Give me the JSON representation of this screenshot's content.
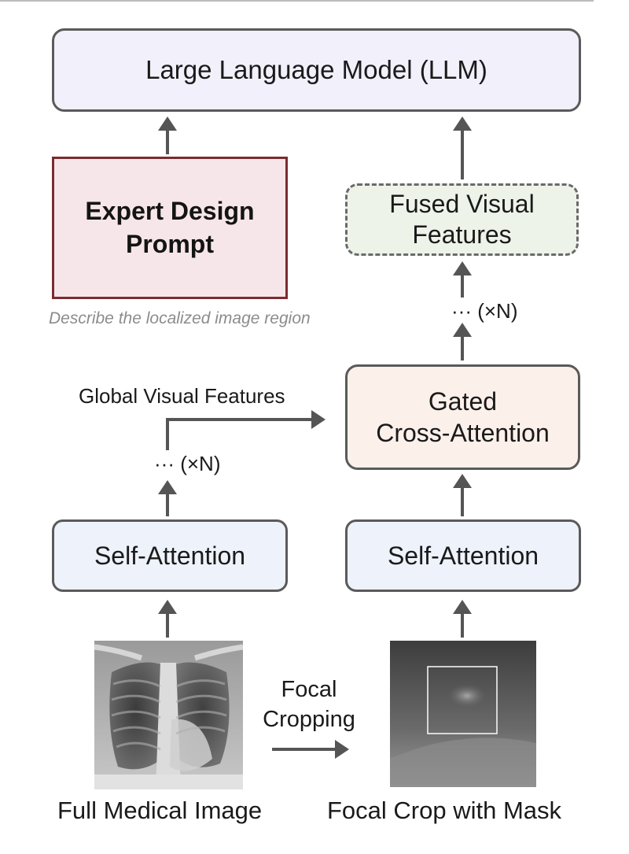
{
  "llm": {
    "label": "Large Language Model (LLM)"
  },
  "expert_prompt": {
    "line1": "Expert Design",
    "line2": "Prompt",
    "hint": "Describe the localized image region"
  },
  "fused": {
    "line1": "Fused Visual",
    "line2": "Features"
  },
  "repeat_right": "··· (×N)",
  "repeat_left": "··· (×N)",
  "global_features": "Global Visual Features",
  "gated": {
    "line1": "Gated",
    "line2": "Cross-Attention"
  },
  "self_attention_left": "Self-Attention",
  "self_attention_right": "Self-Attention",
  "focal_cropping": {
    "line1": "Focal",
    "line2": "Cropping"
  },
  "captions": {
    "left": "Full Medical Image",
    "right": "Focal Crop with Mask"
  },
  "colors": {
    "arrow": "#555555",
    "llm_fill": "#f1f0fb",
    "expert_fill": "#f6e6ea",
    "expert_border": "#7b2b30",
    "fused_fill": "#eef3ea",
    "gated_fill": "#fcf0ea",
    "self_attention_fill": "#eef2fb"
  }
}
